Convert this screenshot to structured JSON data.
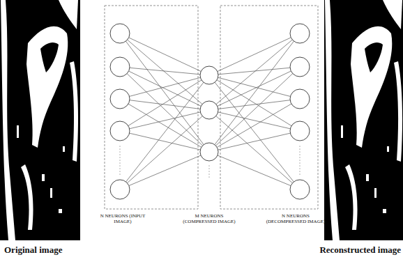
{
  "diagram": {
    "labels": [
      "Original image",
      "N NEURONS (INPUT IMAGE)",
      "M NEURONS (COMPRESSED IMAGE)",
      "N NEURONS (DECOMPRESSED IMAGE)",
      "Reconstructed image"
    ]
  }
}
